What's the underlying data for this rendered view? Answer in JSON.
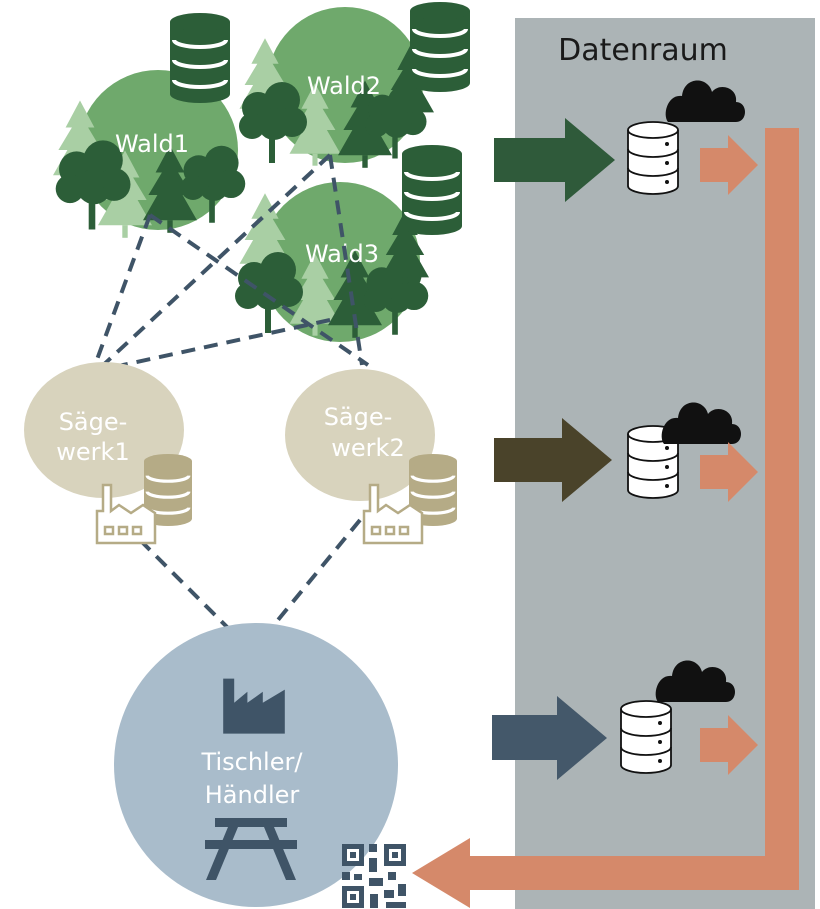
{
  "panel": {
    "title": "Datenraum"
  },
  "nodes": {
    "wald1": "Wald1",
    "wald2": "Wald2",
    "wald3": "Wald3",
    "saegewerk1_line1": "Säge-",
    "saegewerk1_line2": "werk1",
    "saegewerk2_line1": "Säge-",
    "saegewerk2_line2": "werk2",
    "tischler_line1": "Tischler/",
    "tischler_line2": "Händler"
  },
  "colors": {
    "forest_light": "#6fa96c",
    "forest_dark": "#2c5e38",
    "tree_pale": "#a9cfa4",
    "sawmill": "#d8d3bd",
    "sawmill_icon": "#b5ab86",
    "carpenter": "#a9bccb",
    "carpenter_icon": "#3f5467",
    "panel_bg": "#acb4b6",
    "arrow_forest": "#2f5a3a",
    "arrow_sawmill": "#4a432a",
    "arrow_carpenter": "#44586a",
    "return_arrow": "#d5896a",
    "link_dash": "#3f5467"
  },
  "icons": [
    "database-icon",
    "cloud-icon",
    "tree-icon",
    "factory-icon",
    "bench-icon",
    "qr-code-icon"
  ]
}
